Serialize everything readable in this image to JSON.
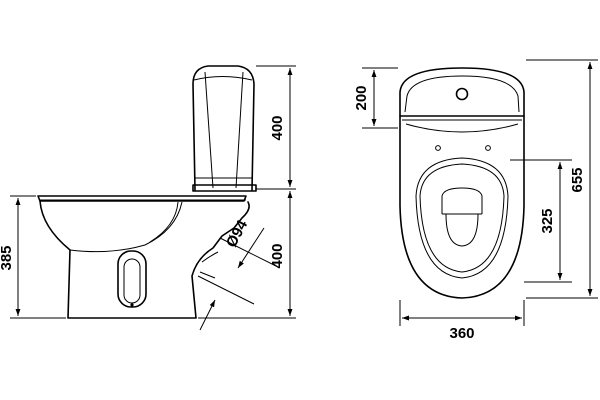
{
  "dimensions": {
    "side_bowl_height": "385",
    "side_tank_height": "400",
    "side_lower_height": "400",
    "outlet_diameter": "Ø94",
    "top_tank_depth": "200",
    "top_total_length": "655",
    "top_seat_length": "325",
    "top_width": "360"
  }
}
